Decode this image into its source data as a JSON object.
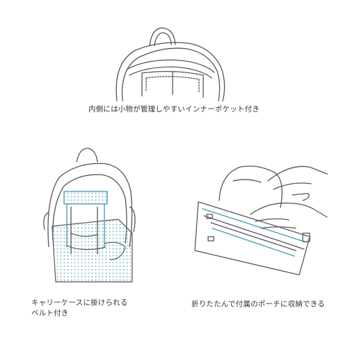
{
  "captions": {
    "top": "内側には小物が管理しやすいインナーポケット付き",
    "bottom_left_line1": "キャリーケースに掛けられる",
    "bottom_left_line2": "ベルト付き",
    "bottom_right": "折りたたんで付属のポーチに収納できる"
  },
  "colors": {
    "line": "#555555",
    "accent": "#5aa6b8",
    "dot": "#7fb5c6"
  },
  "icons": {
    "top": "backpack-inner-pocket-illustration",
    "bottom_left": "backpack-on-carry-case-illustration",
    "bottom_right": "backpack-folding-into-pouch-illustration"
  }
}
